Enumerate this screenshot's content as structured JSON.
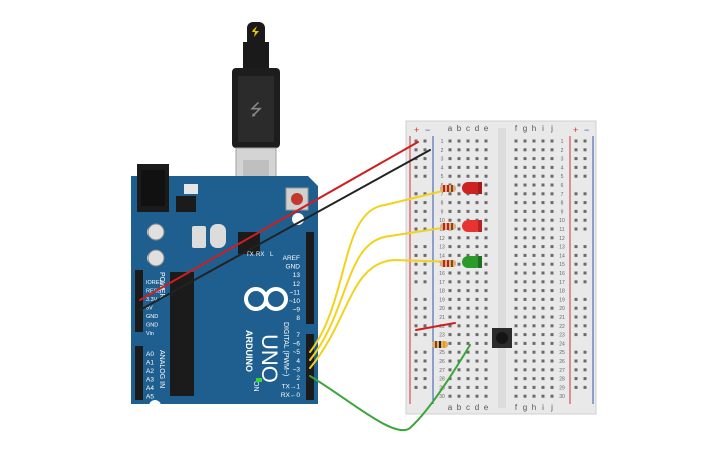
{
  "board": {
    "brand": "ARDUINO",
    "model": "UNO",
    "on_label": "ON",
    "power_header": "POWER",
    "analog_header": "ANALOG IN",
    "digital_header": "DIGITAL (PWM~)",
    "tx_label": "TX",
    "rx_label": "RX",
    "l_label": "L",
    "power_pins": [
      "IOREF",
      "RESET",
      "3.3V",
      "5V",
      "GND",
      "GND",
      "Vin"
    ],
    "analog_pins": [
      "A0",
      "A1",
      "A2",
      "A3",
      "A4",
      "A5"
    ],
    "digital_top_pins": [
      "AREF",
      "GND",
      "13",
      "12",
      "~11",
      "~10",
      "~9",
      "8"
    ],
    "digital_bottom_pins": [
      "7",
      "~6",
      "~5",
      "4",
      "~3",
      "2",
      "TX→1",
      "RX←0"
    ]
  },
  "breadboard": {
    "column_letters_left": [
      "a",
      "b",
      "c",
      "d",
      "e"
    ],
    "column_letters_right": [
      "f",
      "g",
      "h",
      "i",
      "j"
    ],
    "rail_plus": "+",
    "rail_minus": "−",
    "row_numbers": [
      "1",
      "2",
      "3",
      "4",
      "5",
      "6",
      "7",
      "8",
      "9",
      "10",
      "11",
      "12",
      "13",
      "14",
      "15",
      "16",
      "17",
      "18",
      "19",
      "20",
      "21",
      "22",
      "23",
      "24",
      "25",
      "26",
      "27",
      "28",
      "29",
      "30"
    ]
  },
  "components": {
    "leds": [
      {
        "name": "led-red-1",
        "color": "#cc2222"
      },
      {
        "name": "led-red-2",
        "color": "#e83333"
      },
      {
        "name": "led-green",
        "color": "#2a9a2a"
      }
    ],
    "pushbutton": "pushbutton"
  },
  "wires": {
    "red": "#d01e1e",
    "black": "#222222",
    "yellow": "#f2d21c",
    "green": "#3aa63a"
  },
  "colors": {
    "board_blue": "#1f5f8f",
    "breadboard": "#e9e9e9",
    "usb_plug": "#1a1a1a"
  },
  "icons": {
    "usb": "lightning-icon",
    "logo": "infinity-logo"
  }
}
